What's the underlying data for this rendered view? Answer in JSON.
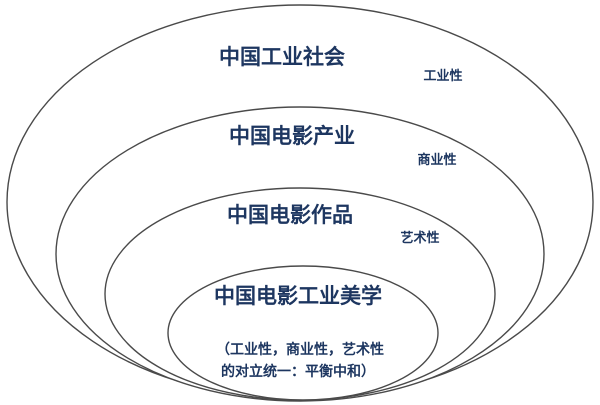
{
  "layers": [
    {
      "title": "中国工业社会",
      "tag": "工业性"
    },
    {
      "title": "中国电影产业",
      "tag": "商业性"
    },
    {
      "title": "中国电影作品",
      "tag": "艺术性"
    },
    {
      "title": "中国电影工业美学",
      "tag": ""
    }
  ],
  "core_note": {
    "line1": "（工业性，商业性，艺术性",
    "line2": "的对立统一：平衡中和）"
  }
}
